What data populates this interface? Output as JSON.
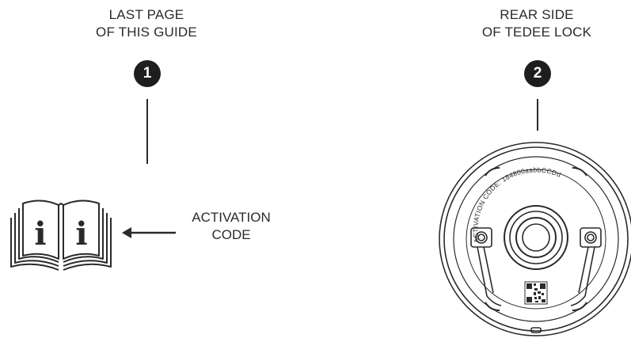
{
  "left": {
    "caption_line1": "LAST PAGE",
    "caption_line2": "OF THIS GUIDE",
    "step_number": "1",
    "book_glyphs": [
      "i",
      "i"
    ],
    "pointer_label_line1": "ACTIVATION",
    "pointer_label_line2": "CODE"
  },
  "right": {
    "caption_line1": "REAR SIDE",
    "caption_line2": "OF TEDEE LOCK",
    "step_number": "2",
    "lock_code_text": "ACTIVATION CODE: 184800aabbCCDd"
  },
  "icons": [
    "open-book-icon",
    "left-arrow-icon",
    "tedee-lock-rear-icon",
    "qr-code-icon"
  ],
  "colors": {
    "ink": "#2a2a2a",
    "badge": "#1e1e1e",
    "background": "#ffffff"
  }
}
